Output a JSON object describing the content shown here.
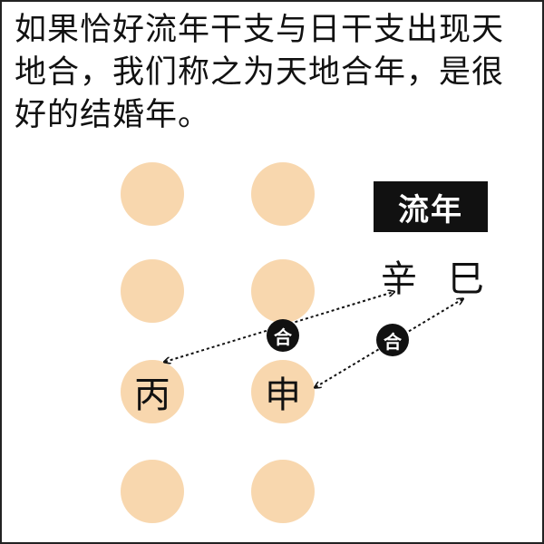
{
  "intro_text": "如果恰好流年干支与日干支出现天地合，我们称之为天地合年，是很好的结婚年。",
  "liunian_label": "流年",
  "pillars": {
    "day_stem": "丙",
    "day_branch": "申"
  },
  "liunian_chars": {
    "stem": "辛",
    "branch": "巳"
  },
  "he_label": "合",
  "colors": {
    "circle": "#f8d7ae",
    "badge_bg": "#111111",
    "text": "#111111"
  }
}
